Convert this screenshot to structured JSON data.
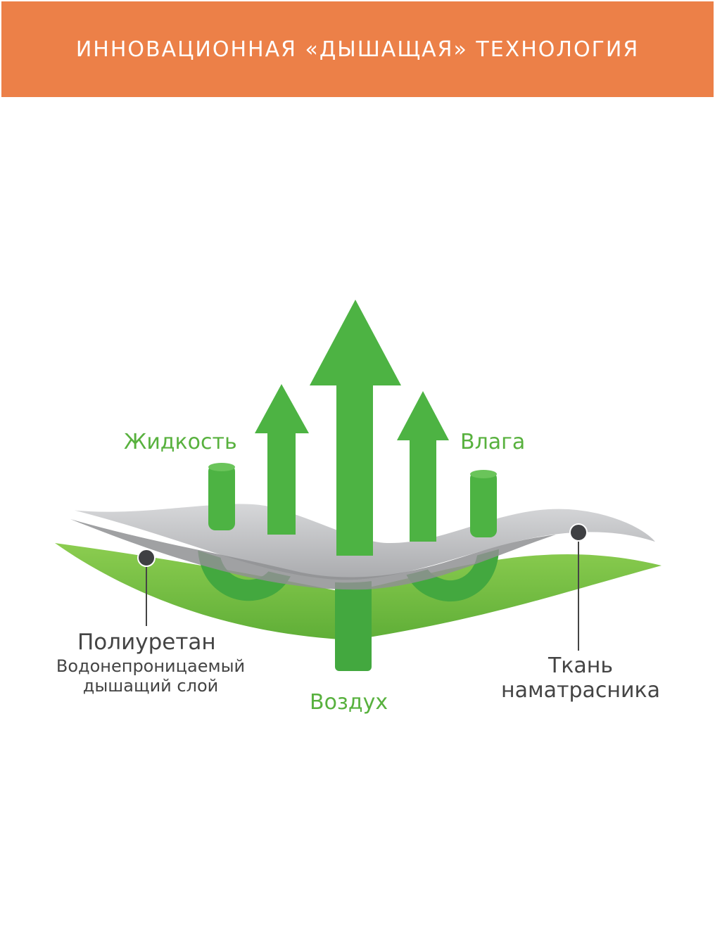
{
  "header": {
    "title": "ИННОВАЦИОННАЯ «ДЫШАЩАЯ» ТЕХНОЛОГИЯ",
    "background_color": "#ec8048",
    "text_color": "#ffffff"
  },
  "diagram": {
    "labels": {
      "liquid": "Жидкость",
      "moisture": "Влага",
      "air": "Воздух",
      "polyurethane_title": "Полиуретан",
      "polyurethane_desc": "Водонепроницаемый дышащий слой",
      "fabric": "Ткань наматрасника"
    },
    "colors": {
      "green": "#58b13e",
      "arrow_green": "#4db343",
      "layer_green": "#7cc24a",
      "fabric_gray": "#b8b9bb",
      "marker_dark": "#3f4043"
    }
  }
}
